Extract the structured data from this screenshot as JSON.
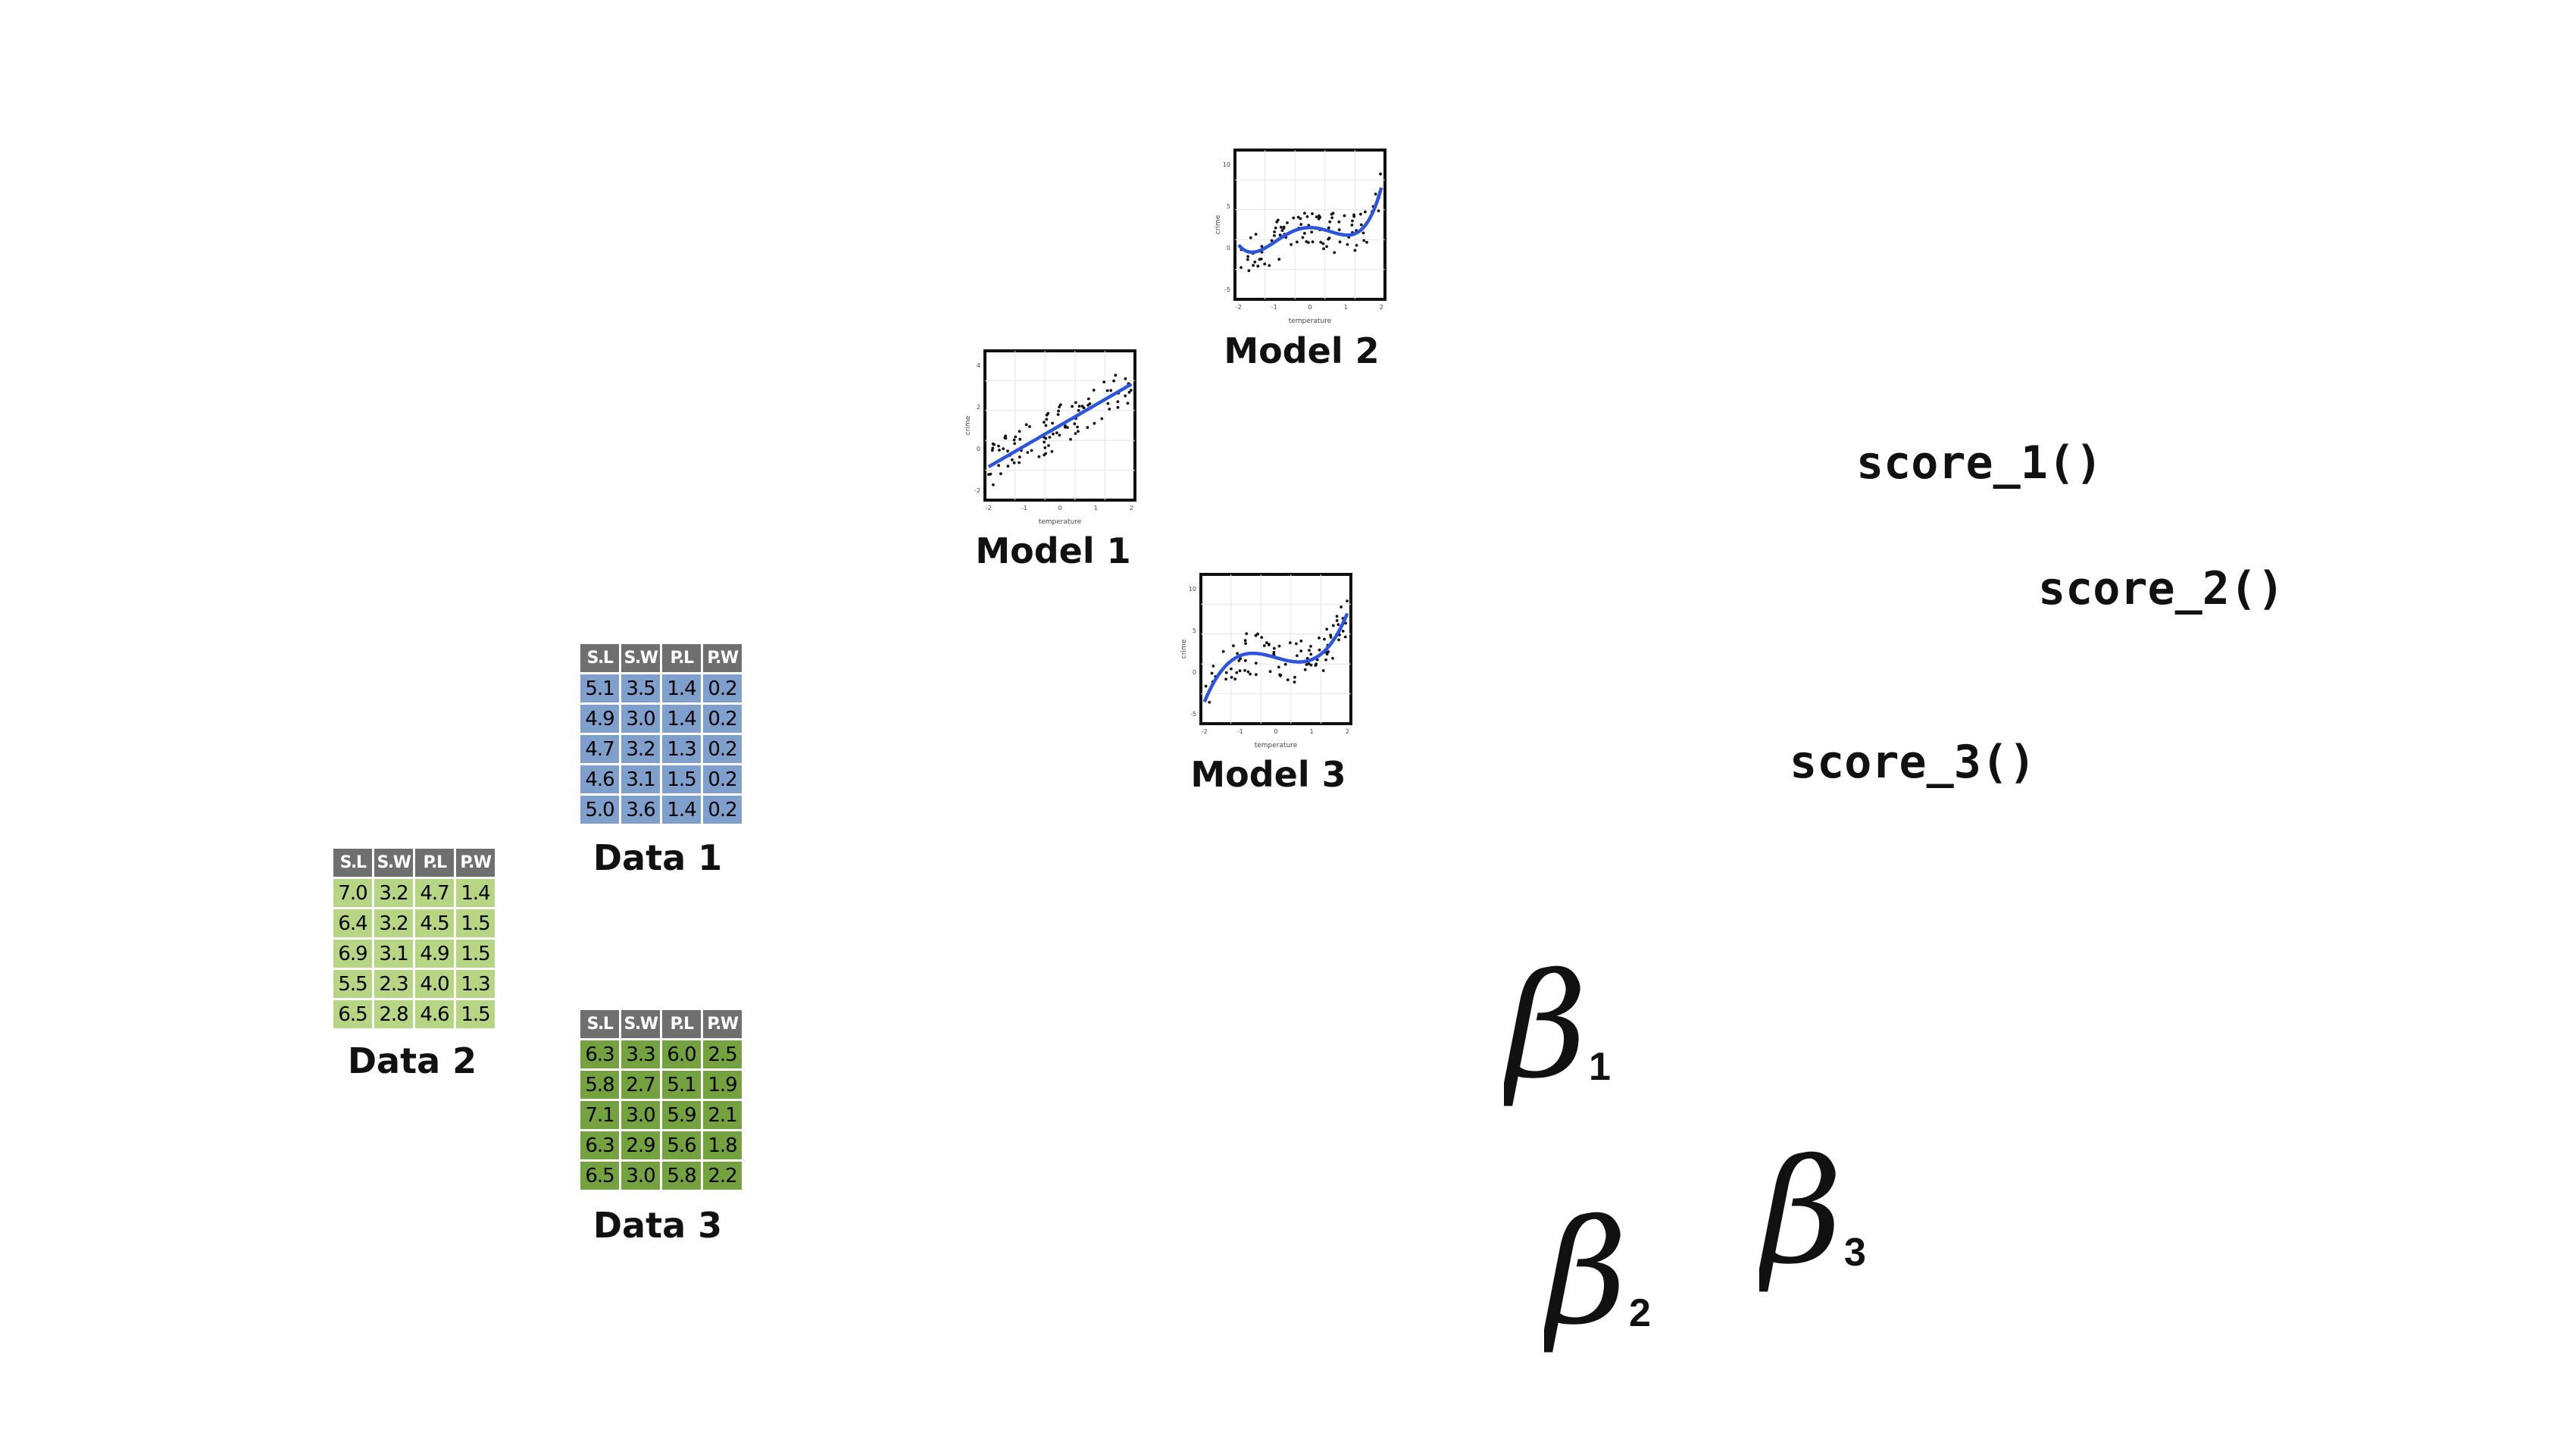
{
  "tables": {
    "headers": [
      "S.L",
      "S.W",
      "P.L",
      "P.W"
    ],
    "data1": {
      "caption": "Data 1",
      "color": "#7fa0cd",
      "rows": [
        [
          "5.1",
          "3.5",
          "1.4",
          "0.2"
        ],
        [
          "4.9",
          "3.0",
          "1.4",
          "0.2"
        ],
        [
          "4.7",
          "3.2",
          "1.3",
          "0.2"
        ],
        [
          "4.6",
          "3.1",
          "1.5",
          "0.2"
        ],
        [
          "5.0",
          "3.6",
          "1.4",
          "0.2"
        ]
      ]
    },
    "data2": {
      "caption": "Data 2",
      "color": "#b6d684",
      "rows": [
        [
          "7.0",
          "3.2",
          "4.7",
          "1.4"
        ],
        [
          "6.4",
          "3.2",
          "4.5",
          "1.5"
        ],
        [
          "6.9",
          "3.1",
          "4.9",
          "1.5"
        ],
        [
          "5.5",
          "2.3",
          "4.0",
          "1.3"
        ],
        [
          "6.5",
          "2.8",
          "4.6",
          "1.5"
        ]
      ]
    },
    "data3": {
      "caption": "Data 3",
      "color": "#74a23f",
      "rows": [
        [
          "6.3",
          "3.3",
          "6.0",
          "2.5"
        ],
        [
          "5.8",
          "2.7",
          "5.1",
          "1.9"
        ],
        [
          "7.1",
          "3.0",
          "5.9",
          "2.1"
        ],
        [
          "6.3",
          "2.9",
          "5.6",
          "1.8"
        ],
        [
          "6.5",
          "3.0",
          "5.8",
          "2.2"
        ]
      ]
    }
  },
  "models": {
    "model1": {
      "caption": "Model 1",
      "xlabel": "temperature",
      "ylabel": "crime",
      "xticks": [
        "-2",
        "-1",
        "0",
        "1",
        "2"
      ],
      "yticks": [
        "-2",
        "0",
        "2",
        "4"
      ],
      "fit": "linear"
    },
    "model2": {
      "caption": "Model 2",
      "xlabel": "temperature",
      "ylabel": "crime",
      "xticks": [
        "-2",
        "-1",
        "0",
        "1",
        "2"
      ],
      "yticks": [
        "-5",
        "0",
        "5",
        "10"
      ],
      "fit": "quartic"
    },
    "model3": {
      "caption": "Model 3",
      "xlabel": "temperature",
      "ylabel": "crime",
      "xticks": [
        "-2",
        "-1",
        "0",
        "1",
        "2"
      ],
      "yticks": [
        "-5",
        "0",
        "5",
        "10"
      ],
      "fit": "cubic"
    },
    "curve_color": "#2b55e0"
  },
  "scores": {
    "score1": "score_1()",
    "score2": "score_2()",
    "score3": "score_3()"
  },
  "betas": {
    "symbol": "β",
    "b1": "1",
    "b2": "2",
    "b3": "3"
  }
}
